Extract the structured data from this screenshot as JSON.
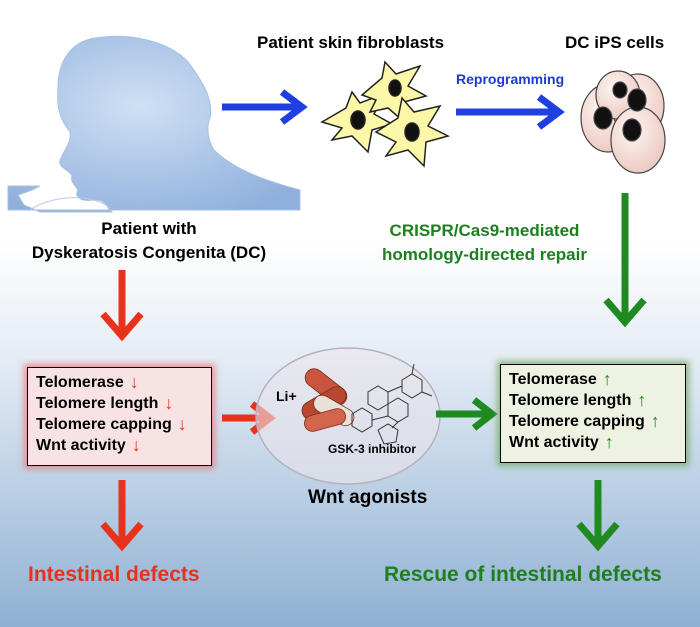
{
  "labels": {
    "fibroblasts": "Patient skin fibroblasts",
    "ips": "DC iPS cells",
    "reprogramming": "Reprogramming",
    "patient_line1": "Patient with",
    "patient_line2": "Dyskeratosis Congenita (DC)",
    "crispr_line1": "CRISPR/Cas9-mediated",
    "crispr_line2": "homology-directed repair",
    "lithium": "Li+",
    "gsk": "GSK-3 inhibitor",
    "wnt_agonists": "Wnt agonists",
    "intestinal_defects": "Intestinal defects",
    "rescue": "Rescue of intestinal defects"
  },
  "left_box": {
    "items": [
      {
        "text": "Telomerase",
        "arrow": "↓"
      },
      {
        "text": "Telomere length",
        "arrow": "↓"
      },
      {
        "text": "Telomere capping",
        "arrow": "↓"
      },
      {
        "text": "Wnt activity",
        "arrow": "↓"
      }
    ]
  },
  "right_box": {
    "items": [
      {
        "text": "Telomerase",
        "arrow": "↑"
      },
      {
        "text": "Telomere length",
        "arrow": "↑"
      },
      {
        "text": "Telomere capping",
        "arrow": "↑"
      },
      {
        "text": "Wnt activity",
        "arrow": "↑"
      }
    ]
  },
  "colors": {
    "blue_arrow": "#1f3fe0",
    "red_arrow": "#e8321c",
    "green_arrow": "#1f8a1f",
    "blue_text": "#1a3bd6",
    "green_text": "#1d7f1d",
    "red_text": "#e4321e"
  }
}
